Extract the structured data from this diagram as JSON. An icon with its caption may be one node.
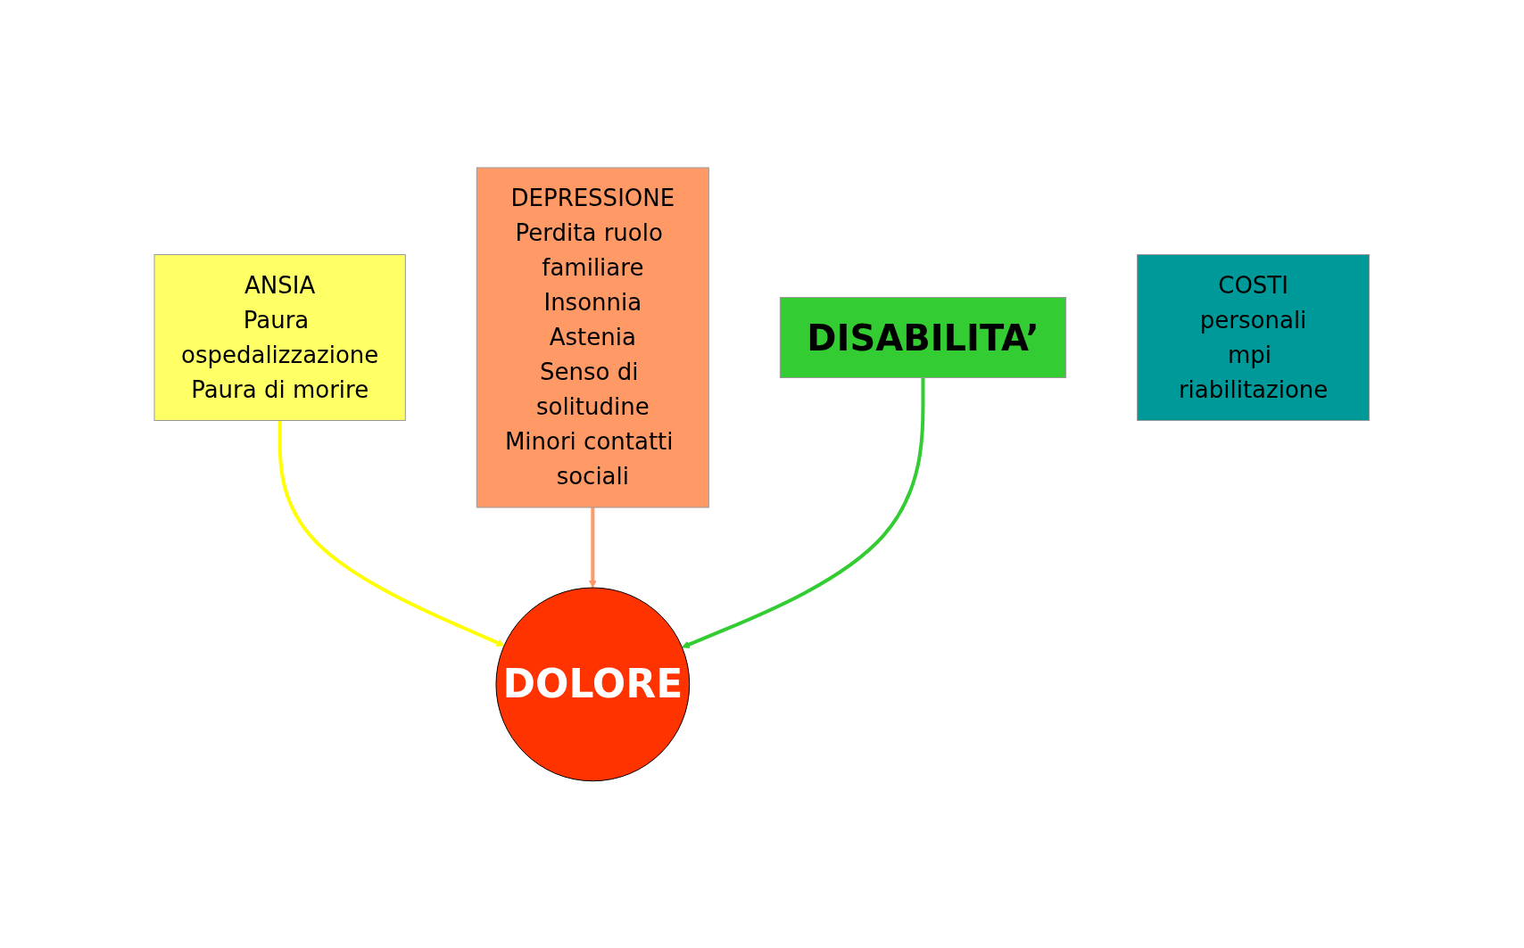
{
  "diagram": {
    "nodes": [
      {
        "text": [
          "ANSIA",
          "Paura ospedalizzazione",
          "Paura di morire"
        ]
      },
      {
        "text": [
          "DEPRESSIONE",
          "Perdita ruolo familiare",
          "Insonnia",
          "Astenia",
          "Senso di solitudine",
          "Minori contatti sociali"
        ]
      },
      {
        "text": [
          "DOLORE"
        ]
      },
      {
        "text": [
          "DISABILITA’"
        ]
      },
      {
        "text": [
          "COSTI",
          "personali",
          "mpi riabilitazione"
        ]
      }
    ],
    "edges": [
      {
        "from": 0,
        "to": 2,
        "arrow": "to",
        "color": "#ffff00"
      },
      {
        "from": 1,
        "to": 2,
        "arrow": "to",
        "color": "#ff9966"
      },
      {
        "from": 3,
        "to": 2,
        "arrow": "to",
        "color": "#33cc33"
      }
    ]
  }
}
